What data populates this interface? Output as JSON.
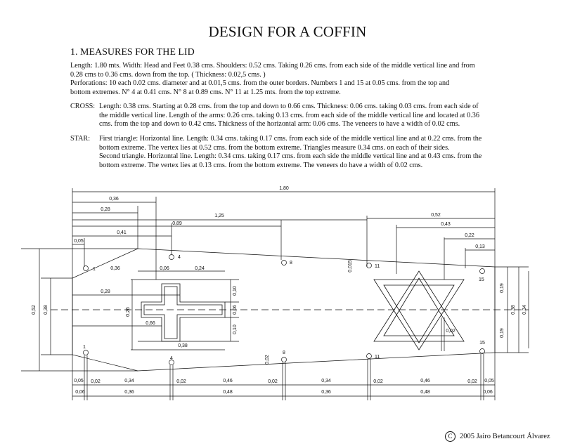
{
  "title": "DESIGN FOR A COFFIN",
  "section_heading": "1. MEASURES FOR THE LID",
  "lid_text": [
    "Length: 1.80 mts.   Width: Head and Feet 0.38 cms.  Shoulders: 0.52 cms.  Taking 0.26 cms. from each side of the middle vertical line and from",
    "0.28 cms to 0.36 cms. down from the top. ( Thickness: 0.02,5 cms. )",
    "Perforations:  10  each  0.02  cms.  diameter and at  0.01,5  cms.  from the outer borders. Numbers 1 and 15 at 0.05 cms. from the top and",
    "bottom extremes. N° 4 at 0.41 cms.  N° 8 at 0.89 cms.  N° 11 at 1.25 mts. from the top extreme."
  ],
  "cross_label": "CROSS:",
  "cross_text": [
    "Length: 0.38 cms. Starting at 0.28 cms. from the top and down to 0.66 cms.  Thickness: 0.06 cms. taking 0.03 cms. from each side of",
    "the middle vertical line.  Length of the arms: 0.26 cms. taking 0.13 cms. from each side of the middle vertical line and located at 0.36",
    "cms. from the top and down to 0.42 cms.  Thickness of the horizontal arm: 0.06 cms.  The veneers to have a width of 0.02 cms."
  ],
  "star_label": "STAR:",
  "star_text": [
    "First triangle: Horizontal line. Length: 0.34 cms. taking 0.17 cms. from each side of the middle vertical line and at 0.22 cms. from the",
    "bottom extreme.  The vertex lies at 0.52 cms. from the bottom  extreme.  Triangles measure 0.34 cms. on each of their sides.",
    "Second triangle. Horizontal line. Length: 0.34 cms. taking 0.17 cms. from each side the middle vertical line and at 0.43 cms. from the",
    "bottom extreme.  The vertex lies at 0.13 cms. from the bottom extreme.  The veneers do have a width of 0.02 cms."
  ],
  "dims": {
    "top": [
      "1,80",
      "0,36",
      "0,28",
      "1,25",
      "0,89",
      "0,41",
      "0,05",
      "0,52",
      "0,43",
      "0,22",
      "0,13"
    ],
    "holes": [
      "1",
      "4",
      "8",
      "11",
      "15",
      "1",
      "4",
      "8",
      "11",
      "15"
    ],
    "inner": [
      "0,36",
      "0,06",
      "0,24",
      "0,28",
      "0,26",
      "0,66",
      "0,38",
      "0,10",
      "0,06",
      "0,10",
      "0,015",
      "0,02",
      "0,02"
    ],
    "side": [
      "0,52",
      "0,38",
      "0,19",
      "0,38",
      "0,34",
      "0,19"
    ],
    "bottom_row1": [
      "0,05",
      "0,02",
      "0,34",
      "0,02",
      "0,46",
      "0,02",
      "0,34",
      "0,02",
      "0,46",
      "0,02",
      "0,05"
    ],
    "bottom_row2": [
      "0,06",
      "0,36",
      "0,48",
      "0,36",
      "0,48",
      "0,06"
    ]
  },
  "copyright_symbol": "C",
  "copyright": "2005  Jairo Betancourt Álvarez"
}
